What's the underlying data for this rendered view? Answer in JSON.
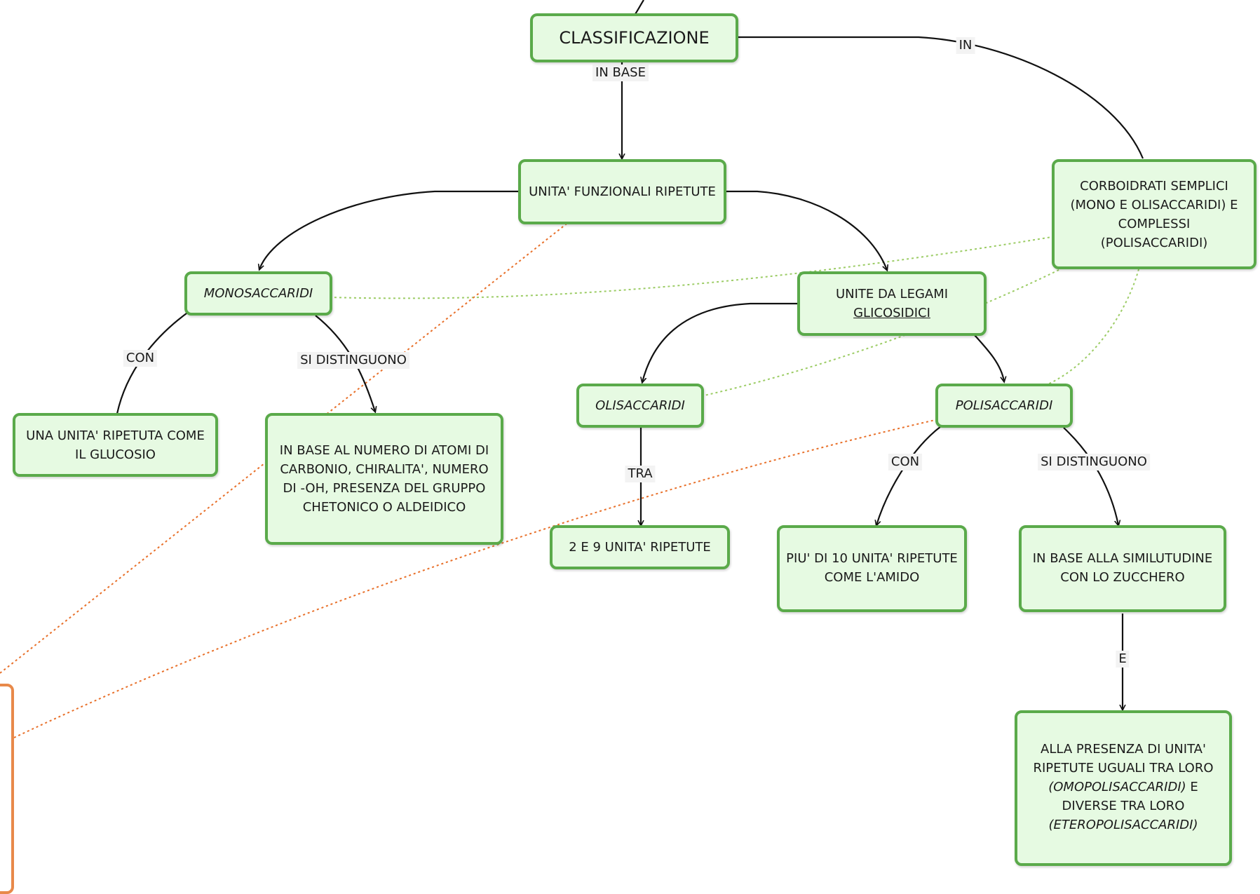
{
  "nodes": {
    "classificazione": "CLASSIFICAZIONE",
    "unita_funzionali": "UNITA' FUNZIONALI RIPETUTE",
    "carboidrati": "CORBOIDRATI SEMPLICI (MONO E OLISACCARIDI) E COMPLESSI (POLISACCARIDI)",
    "monosaccaridi": "MONOSACCARIDI",
    "unite_legami_1": "UNITE DA LEGAMI",
    "unite_legami_2": "GLICOSIDICI",
    "unita_glucosio": "UNA UNITA' RIPETUTA COME IL GLUCOSIO",
    "in_base_atomi": "IN BASE AL NUMERO DI ATOMI DI CARBONIO, CHIRALITA', NUMERO DI -OH, PRESENZA DEL GRUPPO CHETONICO O ALDEIDICO",
    "olisaccaridi": "OLISACCARIDI",
    "polisaccaridi": "POLISACCARIDI",
    "due_nove": "2 E 9 UNITA' RIPETUTE",
    "piu_dieci": "PIU' DI 10 UNITA' RIPETUTE COME L'AMIDO",
    "similitudine": "IN BASE ALLA SIMILUTUDINE CON LO ZUCCHERO",
    "presenza_1": "ALLA PRESENZA DI UNITA' RIPETUTE UGUALI TRA LORO",
    "presenza_2": "(OMOPOLISACCARIDI)",
    "presenza_3": "E DIVERSE TRA LORO",
    "presenza_4": "(ETEROPOLISACCARIDI)"
  },
  "edge_labels": {
    "in_base": "IN BASE",
    "in": "IN",
    "con_mono": "CON",
    "si_distinguono_mono": "SI DISTINGUONO",
    "tra": "TRA",
    "con_poli": "CON",
    "si_distinguono_poli": "SI DISTINGUONO",
    "e": "E"
  },
  "colors": {
    "node_fill": "#e6fae2",
    "node_border": "#5aaa4a",
    "edge": "#111111",
    "dotted_green": "#9ccc65",
    "dotted_orange": "#e8702a"
  }
}
